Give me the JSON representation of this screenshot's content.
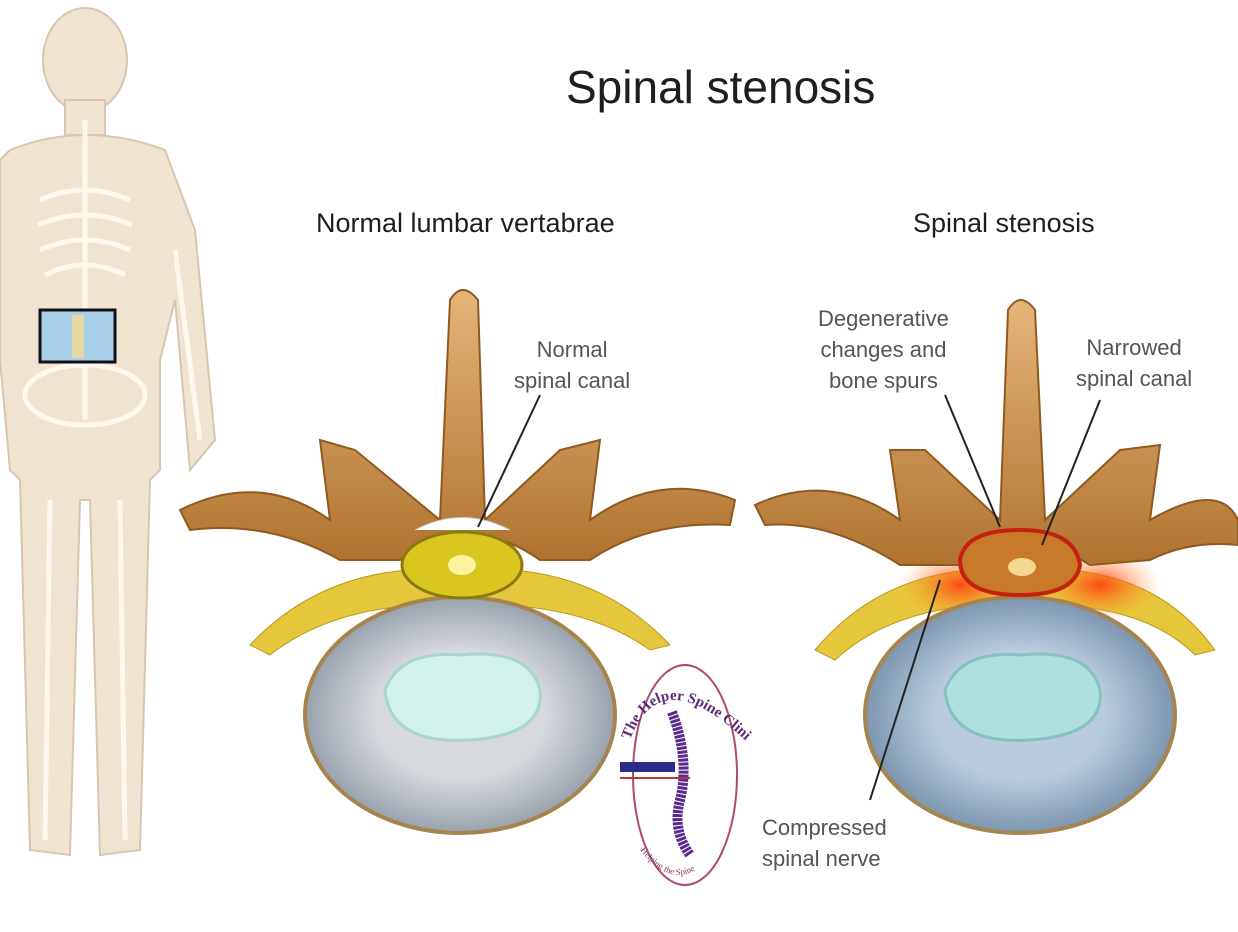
{
  "title": "Spinal stenosis",
  "panels": [
    {
      "heading": "Normal lumbar vertabrae",
      "labels": [
        {
          "lines": [
            "Normal",
            "spinal canal"
          ]
        }
      ]
    },
    {
      "heading": "Spinal stenosis",
      "labels": [
        {
          "lines": [
            "Degenerative",
            "changes and",
            "bone spurs"
          ]
        },
        {
          "lines": [
            "Narrowed",
            "spinal canal"
          ]
        },
        {
          "lines": [
            "Compressed",
            "spinal nerve"
          ]
        }
      ]
    }
  ],
  "logo": {
    "name": "The Helper Spine Clinic",
    "tagline": "Helping the Spine"
  },
  "colors": {
    "bone": "#c98a45",
    "bone_light": "#e8c08a",
    "disc": "#9aa6b2",
    "nucleus": "#cfeee8",
    "nerve": "#e8c634",
    "inflamed": "#d83a1c",
    "logo_purple": "#4a2a8a"
  }
}
